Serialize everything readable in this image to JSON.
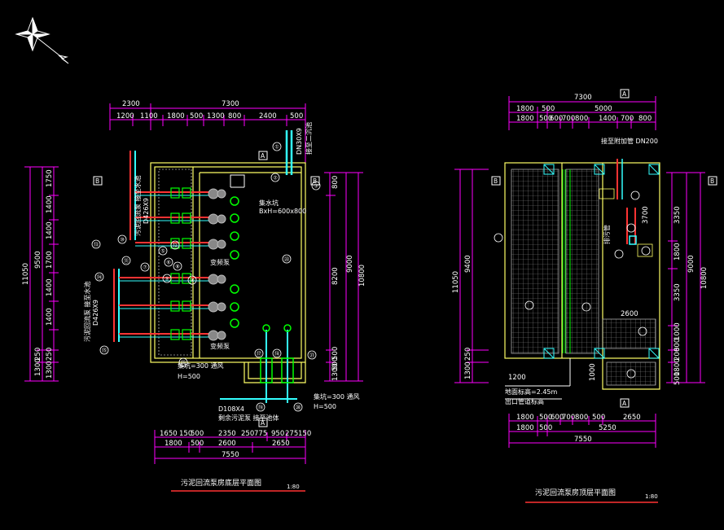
{
  "left_plan": {
    "title": "污泥回流泵房底层平面图",
    "scale": "1:80",
    "top_dims_row1": [
      "2300",
      "7300"
    ],
    "top_dims_row2": [
      "1200",
      "1100",
      "1800",
      "500",
      "1300",
      "800",
      "2400",
      "500"
    ],
    "bottom_dims_row1": [
      "1650",
      "150",
      "500",
      "2350",
      "250",
      "775",
      "950",
      "275",
      "150"
    ],
    "bottom_dims_row2": [
      "1800",
      "500",
      "2600",
      "2650"
    ],
    "bottom_dims_row3": [
      "7550"
    ],
    "left_dims_outer": [
      "11050"
    ],
    "left_dims_mid": [
      "9500",
      "1300",
      "250"
    ],
    "left_dims_inner": [
      "1750",
      "1400",
      "1400",
      "1700",
      "1400",
      "1400",
      "1300",
      "250"
    ],
    "right_dims_a": [
      "800",
      "8200",
      "500",
      "500",
      "1300"
    ],
    "right_dims_b": [
      "9000",
      "10800"
    ],
    "pipe_label_vertical_1": "DN30X9",
    "pipe_label_vertical_2": "接至二沉池",
    "pipe_label_left_1": "污泥回流泵 接至水池",
    "pipe_label_left_2": "D426X9",
    "pipe_label_left_3": "污泥回流泵 接至水池",
    "pipe_label_left_4": "D426X9",
    "sump_label": "集水坑",
    "sump_size": "BxH=600x800",
    "pump_label_1": "变频泵",
    "pump_label_2": "变频泵",
    "trench_label_1": "集坑=300 通风",
    "trench_label_1b": "H=500",
    "trench_label_2": "集坑=300 通风",
    "trench_label_2b": "H=500",
    "bottom_pipe_label": "D108X4",
    "bottom_pipe_note": "剩余污泥泵 接至池体",
    "axis_a_top": "A",
    "axis_a_bottom": "A",
    "axis_b_left": "B",
    "axis_b_right": "B",
    "callouts": [
      "①",
      "②",
      "③",
      "④",
      "⑤",
      "⑥",
      "⑦",
      "⑧",
      "⑨",
      "⑩",
      "⑪",
      "⑫",
      "⑬",
      "⑭",
      "⑮",
      "⑯",
      "⑰",
      "⑱",
      "⑲",
      "⑳",
      "㉑",
      "㉒"
    ]
  },
  "right_plan": {
    "title": "污泥回流泵房顶层平面图",
    "scale": "1:80",
    "top_dims_row1": [
      "7300"
    ],
    "top_dims_row2": [
      "1800",
      "500",
      "5000"
    ],
    "top_dims_row3": [
      "1800",
      "500",
      "600",
      "700",
      "800",
      "1400",
      "700",
      "800"
    ],
    "bottom_dims_row1": [
      "1800",
      "500",
      "600",
      "700",
      "800",
      "500",
      "2650"
    ],
    "bottom_dims_row2": [
      "1800",
      "500",
      "5250"
    ],
    "bottom_dims_row3": [
      "7550"
    ],
    "left_dims_outer": [
      "11050"
    ],
    "left_dims_mid": [
      "9400",
      "1300",
      "250"
    ],
    "right_dims_a": [
      "3350",
      "1800",
      "3350",
      "1000",
      "800",
      "200",
      "1800",
      "500"
    ],
    "right_dims_b": [
      "9000",
      "10800"
    ],
    "top_pipe_label": "接至附加管 DN200",
    "side_label": "排污管",
    "inner_dim": "3700",
    "inner_dim_2": "2600",
    "inner_dim_3": "1200",
    "inner_dim_4": "1000",
    "level_note_1": "地面标高=2.45m",
    "level_note_2": "出口管道标高",
    "axis_a_top": "A",
    "axis_a_bottom": "A",
    "axis_b_left": "B",
    "axis_b_right": "B"
  },
  "colors": {
    "background": "#000000",
    "dimension": "#ff00ff",
    "wall": "#ffff66",
    "pipe": "#33ffff",
    "valve": "#00ff00",
    "equipment": "#ff3333",
    "text": "#ffffff",
    "pump": "#aaaaaa"
  },
  "icons": {
    "north_arrow": "compass-rose-icon"
  }
}
